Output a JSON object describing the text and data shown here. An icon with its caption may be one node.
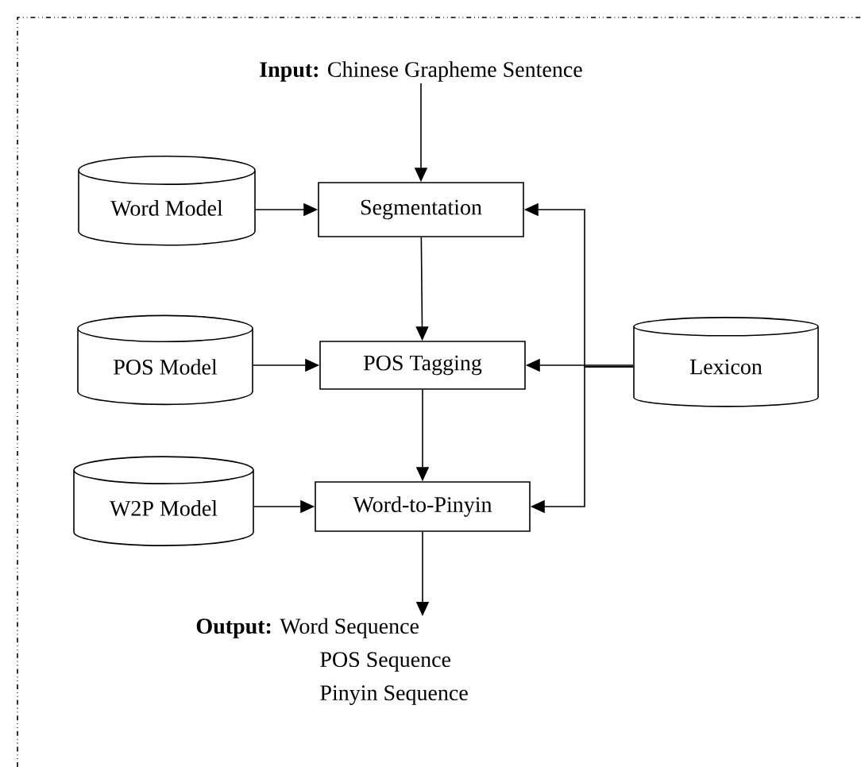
{
  "diagram": {
    "nodes": [
      {
        "text": [
          "**Input:** Chinese Grapheme Sentence"
        ]
      },
      {
        "text": [
          "Word Model"
        ]
      },
      {
        "text": [
          "Segmentation"
        ]
      },
      {
        "text": [
          "POS Model"
        ]
      },
      {
        "text": [
          "POS Tagging"
        ]
      },
      {
        "text": [
          "Lexicon"
        ]
      },
      {
        "text": [
          "W2P Model"
        ]
      },
      {
        "text": [
          "Word-to-Pinyin"
        ]
      },
      {
        "text": [
          "**Output:** Word Sequence",
          "POS Sequence",
          "Pinyin Sequence"
        ]
      }
    ],
    "edges": [
      {
        "from": 0,
        "to": 2,
        "arrow": "to"
      },
      {
        "from": 1,
        "to": 2,
        "arrow": "to"
      },
      {
        "from": 2,
        "to": 4,
        "arrow": "to"
      },
      {
        "from": 3,
        "to": 4,
        "arrow": "to"
      },
      {
        "from": 5,
        "to": 4,
        "arrow": "to"
      },
      {
        "from": 5,
        "to": 2,
        "arrow": "to"
      },
      {
        "from": 5,
        "to": 7,
        "arrow": "to"
      },
      {
        "from": 4,
        "to": 7,
        "arrow": "to"
      },
      {
        "from": 6,
        "to": 7,
        "arrow": "to"
      },
      {
        "from": 7,
        "to": 8,
        "arrow": "to"
      }
    ]
  }
}
